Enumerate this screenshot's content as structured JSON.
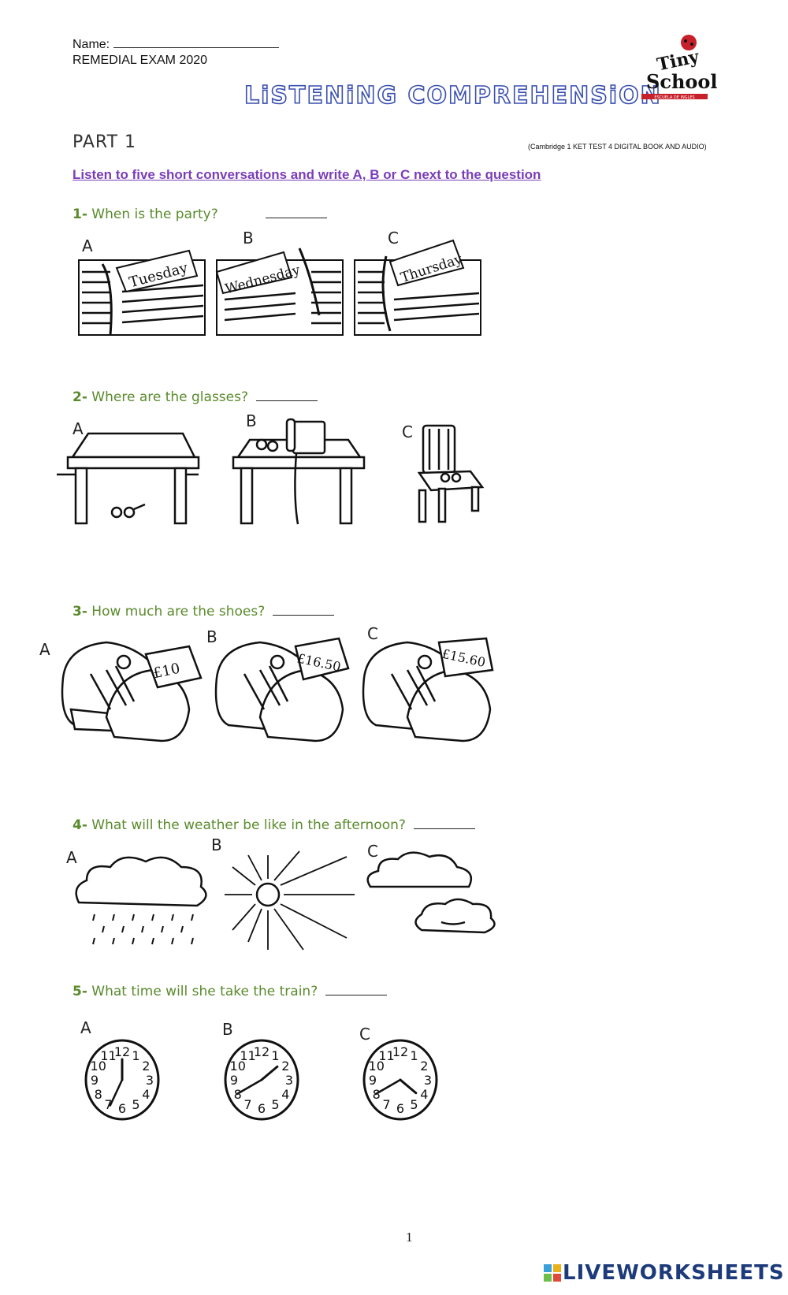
{
  "header": {
    "name_label": "Name:",
    "exam": "REMEDIAL EXAM 2020",
    "title": "LiSTENiNG COMPREHENSiON",
    "logo_text_1": "Tiny",
    "logo_text_2": "School",
    "logo_sub": "ESCUELA DE INGLES",
    "part": "PART 1",
    "source": "(Cambridge 1 KET TEST 4 DIGITAL BOOK AND AUDIO)",
    "instruction": "Listen to five short conversations and write A, B or C next to the question"
  },
  "questions": [
    {
      "num": "1-",
      "text": "When is the party?",
      "options": [
        "A",
        "B",
        "C"
      ],
      "labels": [
        "Tuesday",
        "Wednesday",
        "Thursday"
      ]
    },
    {
      "num": "2-",
      "text": "Where are the glasses?",
      "options": [
        "A",
        "B",
        "C"
      ]
    },
    {
      "num": "3-",
      "text": "How much are the shoes?",
      "options": [
        "A",
        "B",
        "C"
      ],
      "labels": [
        "£10",
        "£16.50",
        "£15.60"
      ]
    },
    {
      "num": "4-",
      "text": "What will the weather be like in the afternoon?",
      "options": [
        "A",
        "B",
        "C"
      ]
    },
    {
      "num": "5-",
      "text": "What time will she take the train?",
      "options": [
        "A",
        "B",
        "C"
      ]
    }
  ],
  "clock_numbers": [
    "12",
    "1",
    "2",
    "3",
    "4",
    "5",
    "6",
    "7",
    "8",
    "9",
    "10",
    "11"
  ],
  "footer": {
    "page": "1",
    "brand": "LIVEWORKSHEETS"
  },
  "colors": {
    "title_outline": "#3a4fb0",
    "instruction": "#7a3db8",
    "question": "#5a8a2c",
    "logo_red": "#c8202a"
  }
}
